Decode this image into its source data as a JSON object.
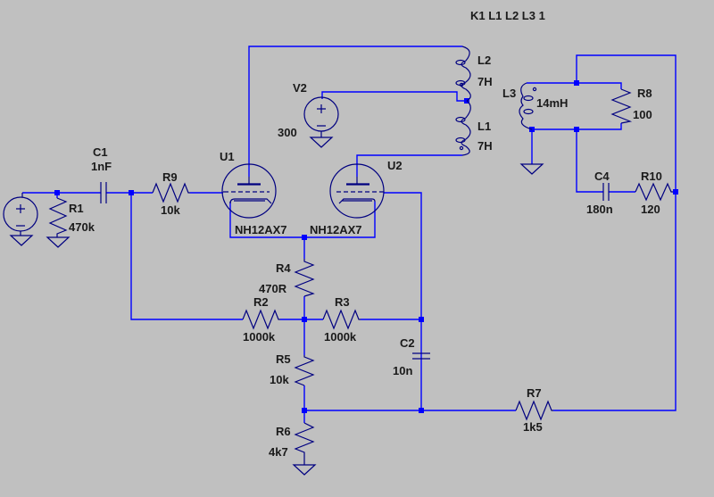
{
  "directive": "K1 L1 L2 L3 1",
  "colors": {
    "background": "#c0c0c0",
    "wire": "#0000ff",
    "symbol": "#000080",
    "text": "#1a1a1a"
  },
  "components": {
    "V1": {
      "type": "voltage-source",
      "name": "",
      "value": ""
    },
    "V2": {
      "type": "voltage-source",
      "name": "V2",
      "value": "300"
    },
    "R1": {
      "type": "resistor",
      "name": "R1",
      "value": "470k"
    },
    "C1": {
      "type": "capacitor",
      "name": "C1",
      "value": "1nF"
    },
    "R9": {
      "type": "resistor",
      "name": "R9",
      "value": "10k"
    },
    "U1": {
      "type": "triode",
      "name": "U1",
      "value": "NH12AX7"
    },
    "U2": {
      "type": "triode",
      "name": "U2",
      "value": "NH12AX7"
    },
    "L1": {
      "type": "inductor",
      "name": "L1",
      "value": "7H"
    },
    "L2": {
      "type": "inductor",
      "name": "L2",
      "value": "7H"
    },
    "L3": {
      "type": "inductor",
      "name": "L3",
      "value": "14mH"
    },
    "R8": {
      "type": "resistor",
      "name": "R8",
      "value": "100"
    },
    "C4": {
      "type": "capacitor",
      "name": "C4",
      "value": "180n"
    },
    "R10": {
      "type": "resistor",
      "name": "R10",
      "value": "120"
    },
    "R4": {
      "type": "resistor",
      "name": "R4",
      "value": "470R"
    },
    "R2": {
      "type": "resistor",
      "name": "R2",
      "value": "1000k"
    },
    "R3": {
      "type": "resistor",
      "name": "R3",
      "value": "1000k"
    },
    "C2": {
      "type": "capacitor",
      "name": "C2",
      "value": "10n"
    },
    "R5": {
      "type": "resistor",
      "name": "R5",
      "value": "10k"
    },
    "R6": {
      "type": "resistor",
      "name": "R6",
      "value": "4k7"
    },
    "R7": {
      "type": "resistor",
      "name": "R7",
      "value": "1k5"
    }
  }
}
